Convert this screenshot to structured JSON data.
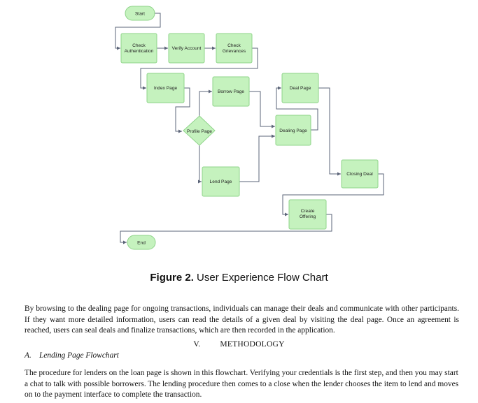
{
  "flowchart": {
    "nodes": {
      "start": "Start",
      "check_auth": [
        "Check",
        "Authentication"
      ],
      "verify_account": "Verify Account",
      "check_grievances": [
        "Check",
        "Grievances"
      ],
      "index_page": "Index Page",
      "borrow_page": "Borrow Page",
      "deal_page": "Deal Page",
      "profile_page": "Profile Page",
      "dealing_page": "Dealing Page",
      "lend_page": "Lend Page",
      "closing_deal": "Closing Deal",
      "create_offering": [
        "Create",
        "Offering"
      ],
      "end": "End"
    },
    "colors": {
      "node_fill": "#c5f2be",
      "node_stroke": "#8fd48a",
      "edge": "#5b6478"
    }
  },
  "figure_caption": {
    "label": "Figure 2.",
    "text": " User Experience Flow Chart"
  },
  "paragraph1": "By browsing to the dealing page for ongoing transactions, individuals can manage their deals and communicate with other participants. If they want more detailed information, users can read the details of a given deal by visiting the deal page. Once an agreement is reached, users can seal deals and finalize transactions, which are then recorded in the application.",
  "section": {
    "number": "V.",
    "title": "METHODOLOGY"
  },
  "subsection": {
    "letter": "A.",
    "title": "Lending Page Flowchart"
  },
  "paragraph2": "The procedure for lenders on the loan page is shown in this flowchart. Verifying your credentials is the first step, and then you may start a chat to talk with possible borrowers. The lending procedure then comes to a close when the lender chooses the item to lend and moves on to the payment interface to complete the transaction."
}
